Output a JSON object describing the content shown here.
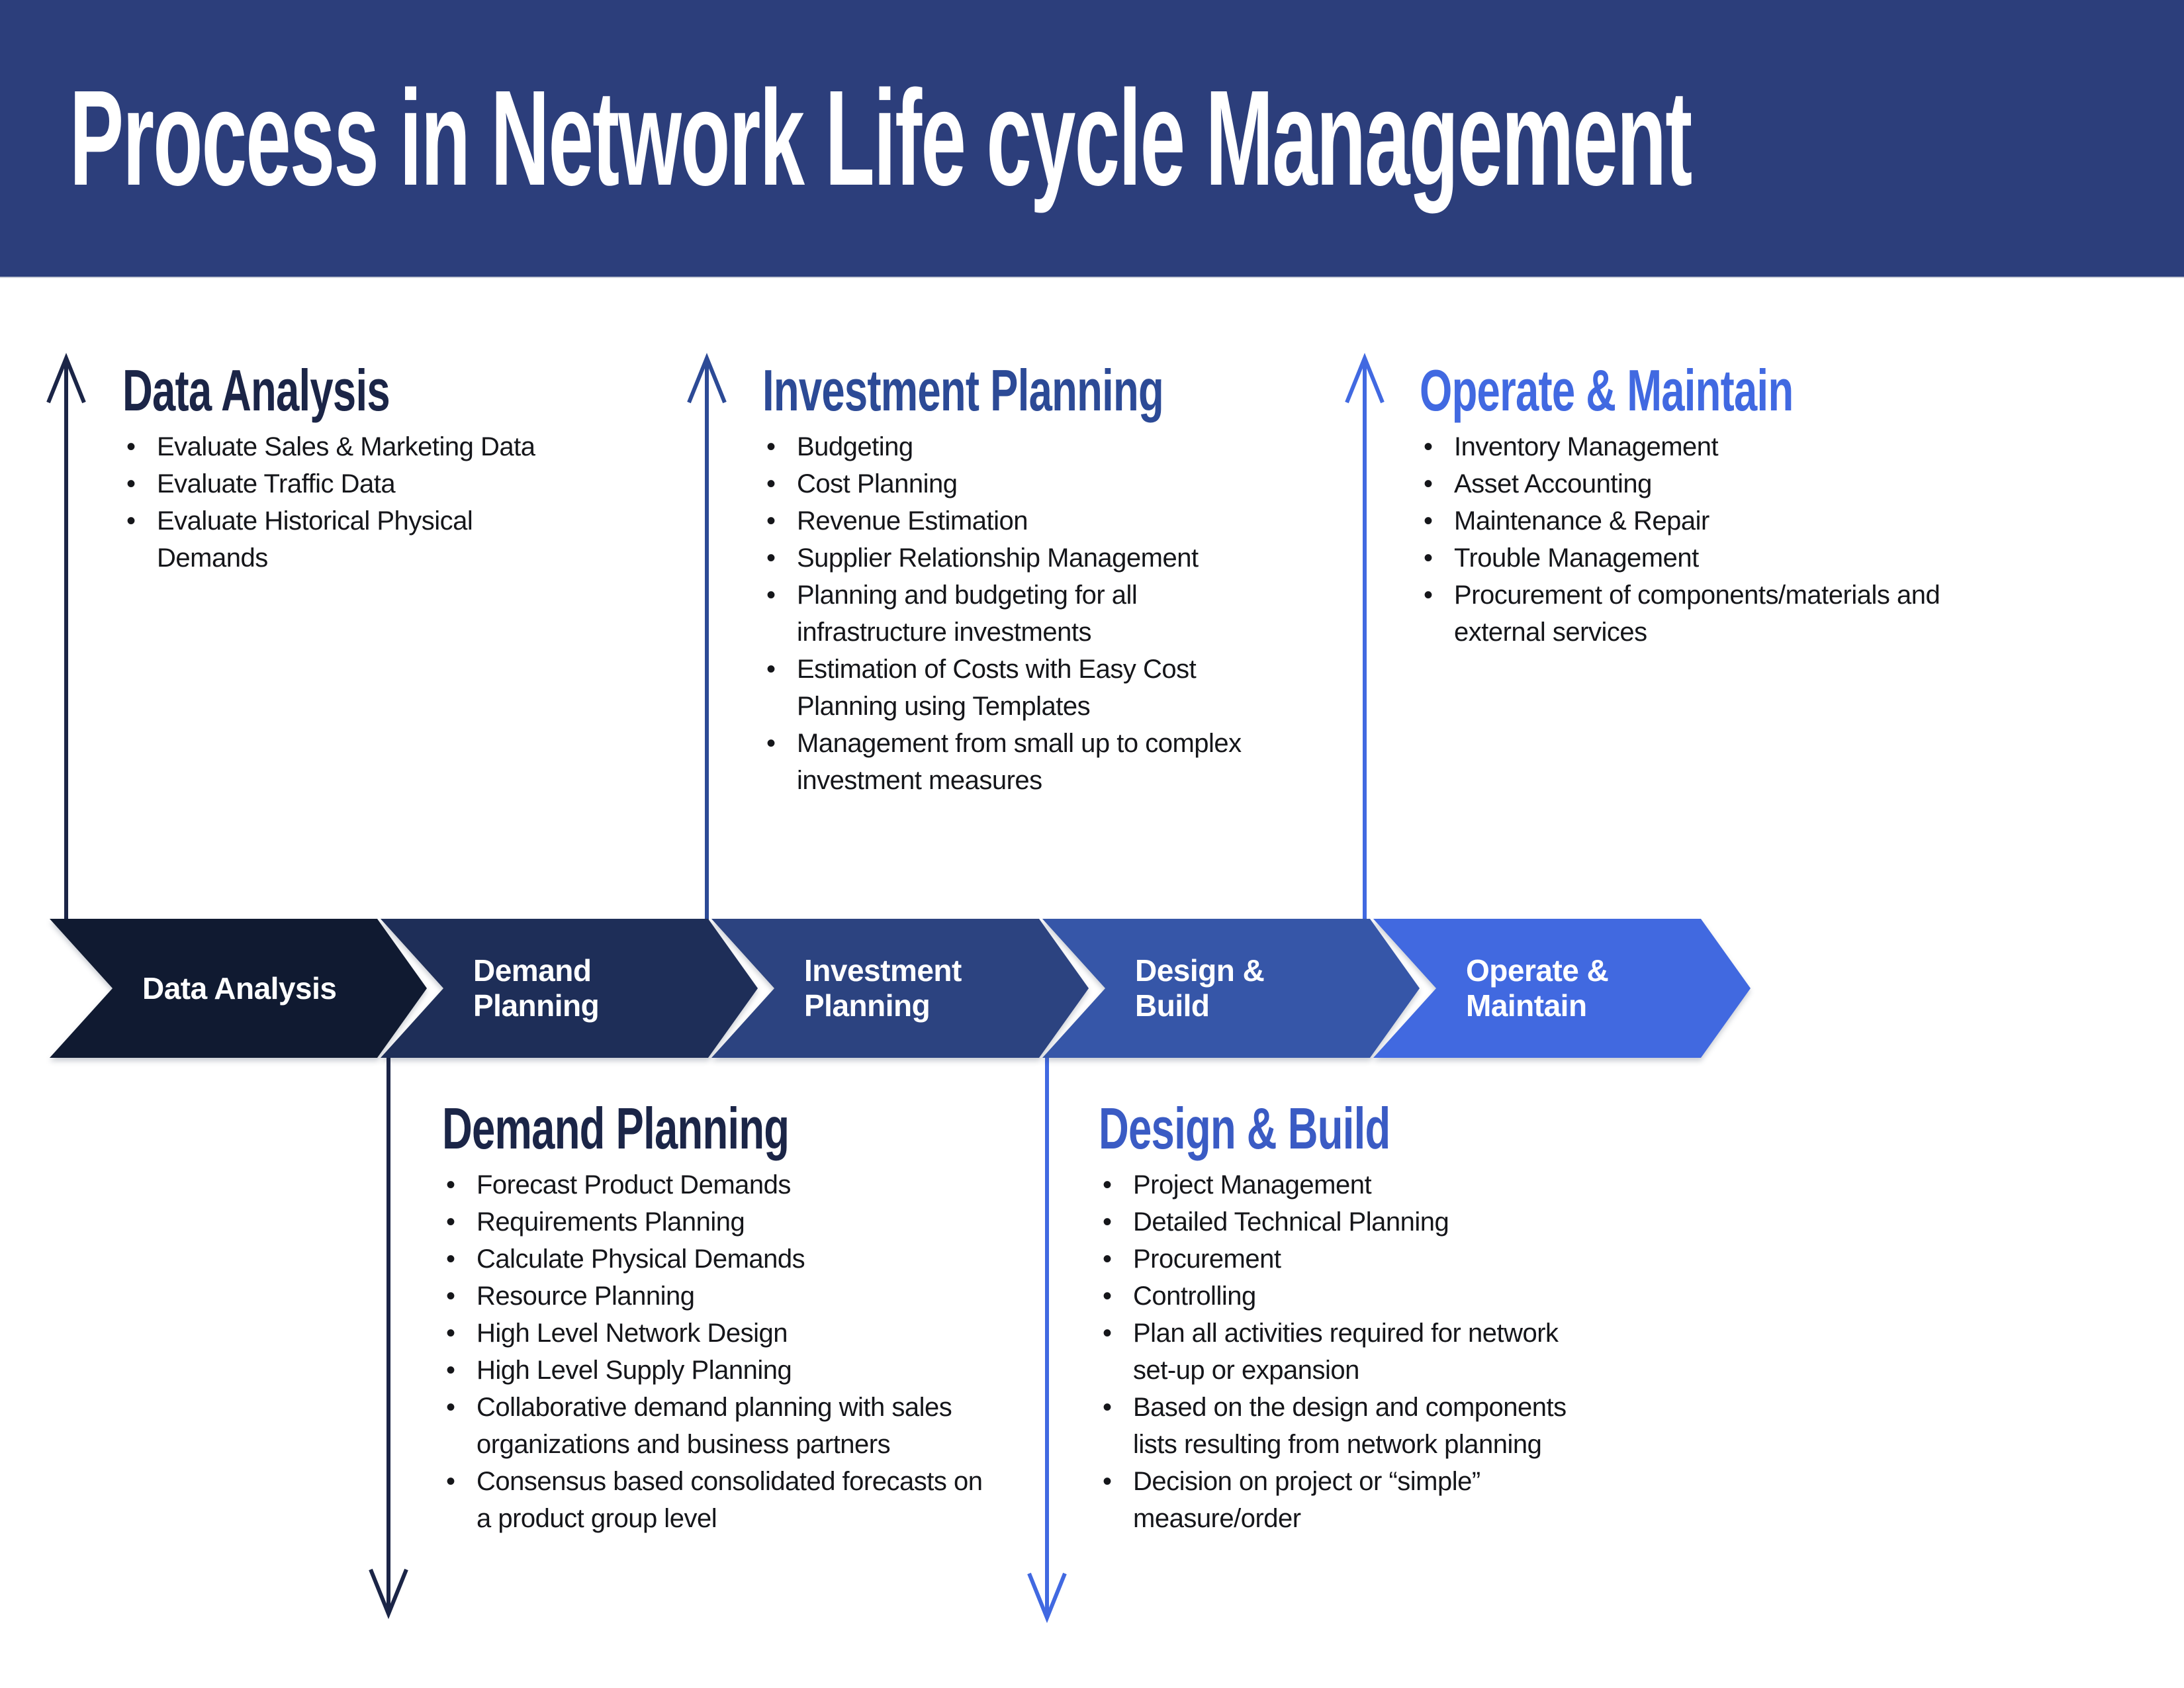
{
  "header": {
    "title": "Process in Network Life cycle Management",
    "background": "#2C3E7B",
    "text_color": "#ffffff"
  },
  "flow": {
    "steps": [
      {
        "label": "Data Analysis",
        "color": "#101A31"
      },
      {
        "label": "Demand\nPlanning",
        "color": "#1E2E58"
      },
      {
        "label": "Investment\nPlanning",
        "color": "#2C4380"
      },
      {
        "label": "Design &\nBuild",
        "color": "#3656A8"
      },
      {
        "label": "Operate &\nMaintain",
        "color": "#4169E0"
      }
    ]
  },
  "sections": [
    {
      "id": "data-analysis",
      "title": "Data Analysis",
      "title_color": "#1B2547",
      "arrow_color": "#1B2547",
      "arrow_direction": "up",
      "bullets": [
        "Evaluate Sales & Marketing Data",
        "Evaluate Traffic Data",
        "Evaluate Historical Physical\nDemands"
      ]
    },
    {
      "id": "demand-planning",
      "title": "Demand Planning",
      "title_color": "#1B2547",
      "arrow_color": "#1B2547",
      "arrow_direction": "down",
      "bullets": [
        "Forecast Product Demands",
        "Requirements Planning",
        "Calculate Physical Demands",
        "Resource Planning",
        "High Level Network Design",
        "High Level Supply Planning",
        "Collaborative demand planning with sales\norganizations and business partners",
        "Consensus based consolidated forecasts on\na product group level"
      ]
    },
    {
      "id": "investment-planning",
      "title": "Investment Planning",
      "title_color": "#2C4A96",
      "arrow_color": "#2C4A96",
      "arrow_direction": "up",
      "bullets": [
        "Budgeting",
        "Cost Planning",
        "Revenue Estimation",
        "Supplier Relationship Management",
        "Planning and budgeting for all\ninfrastructure investments",
        "Estimation of Costs with Easy Cost\nPlanning using Templates",
        "Management from small up to complex\ninvestment measures"
      ]
    },
    {
      "id": "design-build",
      "title": "Design & Build",
      "title_color": "#3A5BC4",
      "arrow_color": "#4169E1",
      "arrow_direction": "down",
      "bullets": [
        "Project Management",
        "Detailed Technical Planning",
        "Procurement",
        "Controlling",
        "Plan all activities required for network\nset-up or expansion",
        "Based on the design and components\nlists resulting from network planning",
        "Decision on project or “simple”\nmeasure/order"
      ]
    },
    {
      "id": "operate-maintain",
      "title": "Operate & Maintain",
      "title_color": "#4169E1",
      "arrow_color": "#4169E1",
      "arrow_direction": "up",
      "bullets": [
        "Inventory Management",
        "Asset Accounting",
        "Maintenance & Repair",
        "Trouble Management",
        "Procurement of components/materials and\nexternal services"
      ]
    }
  ]
}
